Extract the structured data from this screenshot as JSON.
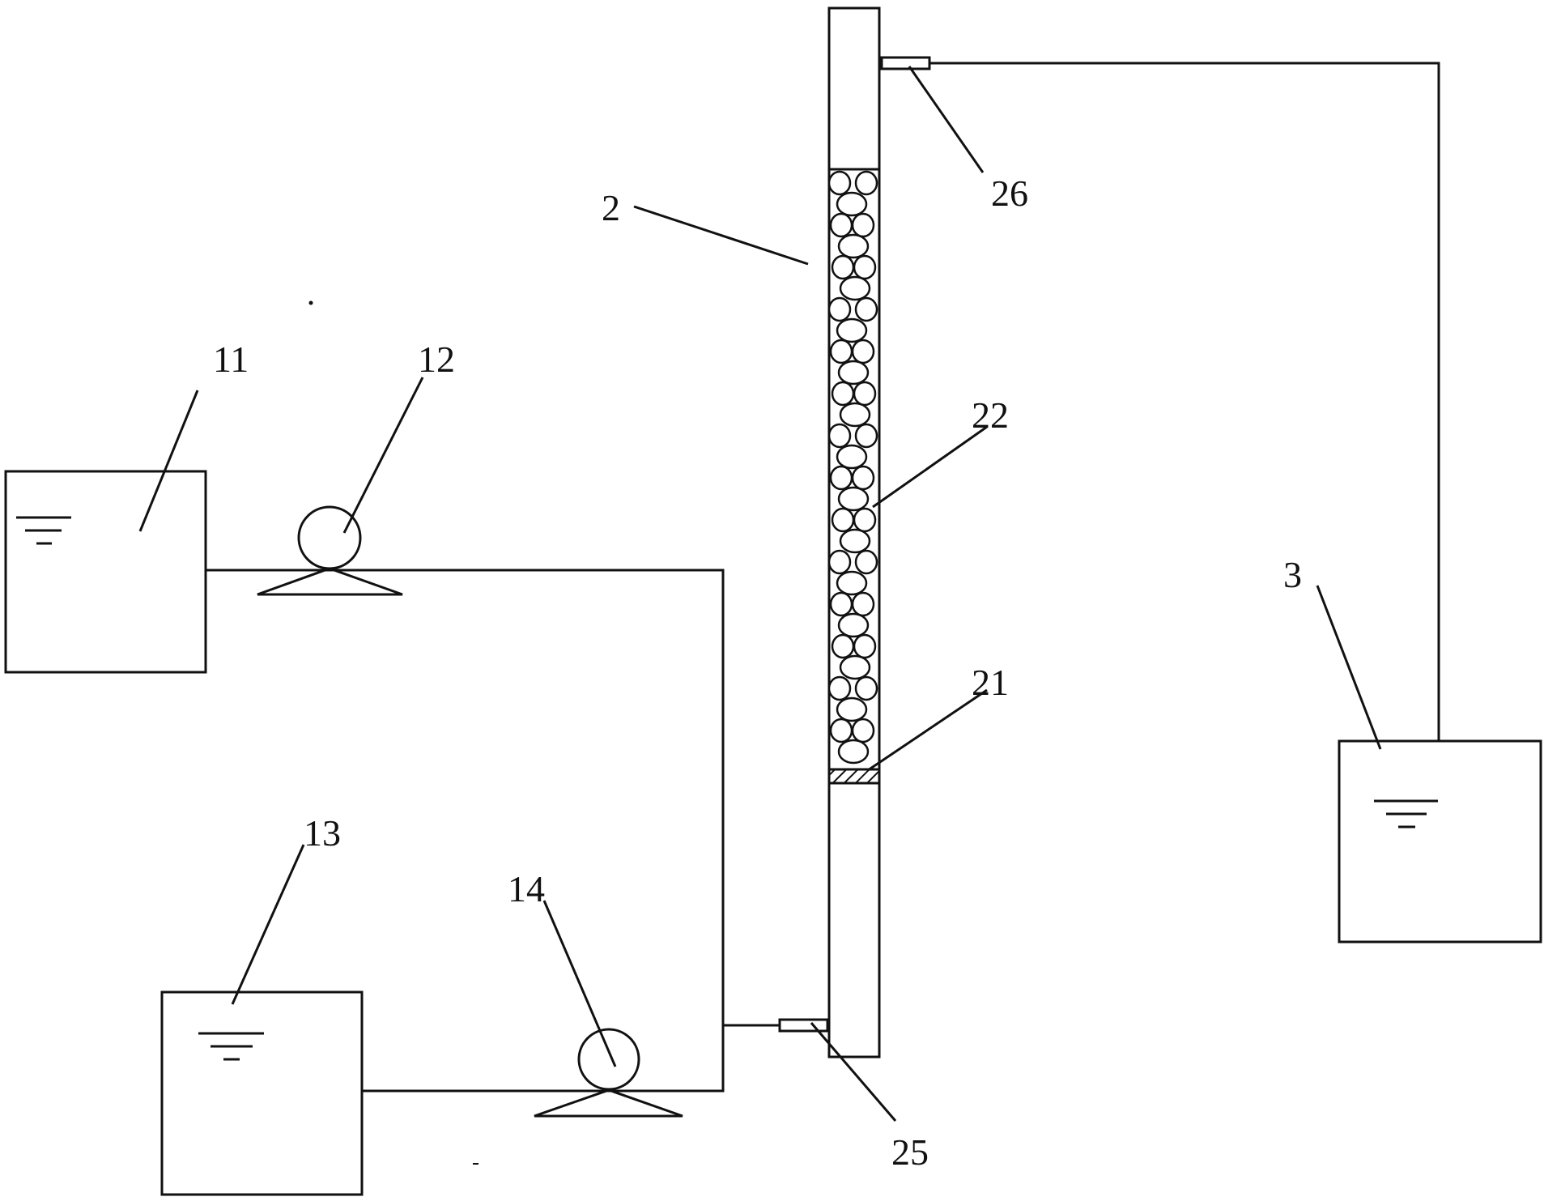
{
  "labels": {
    "column": "2",
    "effluent_tank": "3",
    "tank_one": "11",
    "pump_one": "12",
    "tank_two": "13",
    "pump_two": "14",
    "support_layer": "21",
    "packing": "22",
    "inlet": "25",
    "outlet": "26"
  },
  "colors": {
    "stroke": "#111111",
    "background": "#ffffff"
  }
}
